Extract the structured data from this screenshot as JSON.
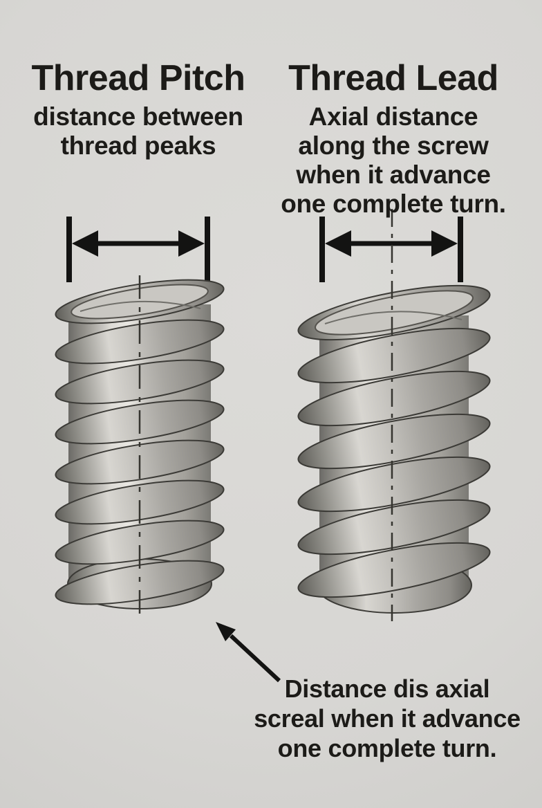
{
  "canvas": {
    "background_color": "#d7d6d3",
    "text_color": "#1c1b18",
    "line_color": "#131312",
    "metal_highlight": "#e9e7e2",
    "metal_shadow": "#63625d"
  },
  "pitch_section": {
    "title": "Thread Pitch",
    "subtitle_lines": [
      "distance between",
      "thread peaks"
    ]
  },
  "lead_section": {
    "title": "Thread Lead",
    "subtitle_lines": [
      "Axial distance",
      "along the screw",
      "when it advance",
      "one complete turn."
    ]
  },
  "footer_annotation": {
    "lines": [
      "Distance dis axial",
      "screal when it advance",
      "one complete turn."
    ]
  },
  "graphics": {
    "pitch_dimension": "horizontal-double-arrow-dimension",
    "lead_dimension": "horizontal-double-arrow-dimension",
    "pitch_screw": "threaded-screw-illustration",
    "lead_screw": "threaded-screw-illustration",
    "pointer": "annotation-arrow-pointer"
  }
}
